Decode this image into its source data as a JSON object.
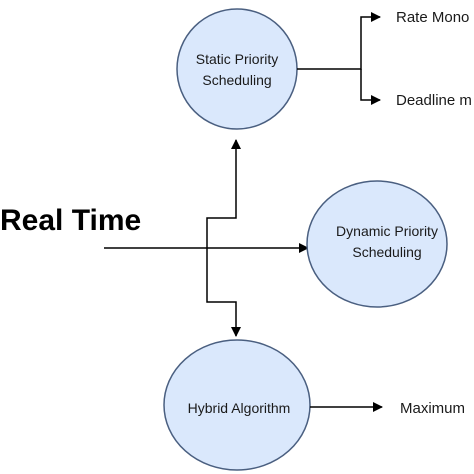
{
  "root": {
    "label": "Real Time"
  },
  "nodes": {
    "static": {
      "line1": "Static Priority",
      "line2": "Scheduling"
    },
    "dynamic": {
      "line1": "Dynamic Priority",
      "line2": "Scheduling"
    },
    "hybrid": {
      "label": "Hybrid Algorithm"
    }
  },
  "leaves": {
    "rate_monotonic": "Rate Mono",
    "deadline": "Deadline m",
    "maximum": "Maximum"
  },
  "colors": {
    "node_fill": "#dae8fc",
    "node_stroke": "#4a5f80",
    "line": "#000000"
  }
}
